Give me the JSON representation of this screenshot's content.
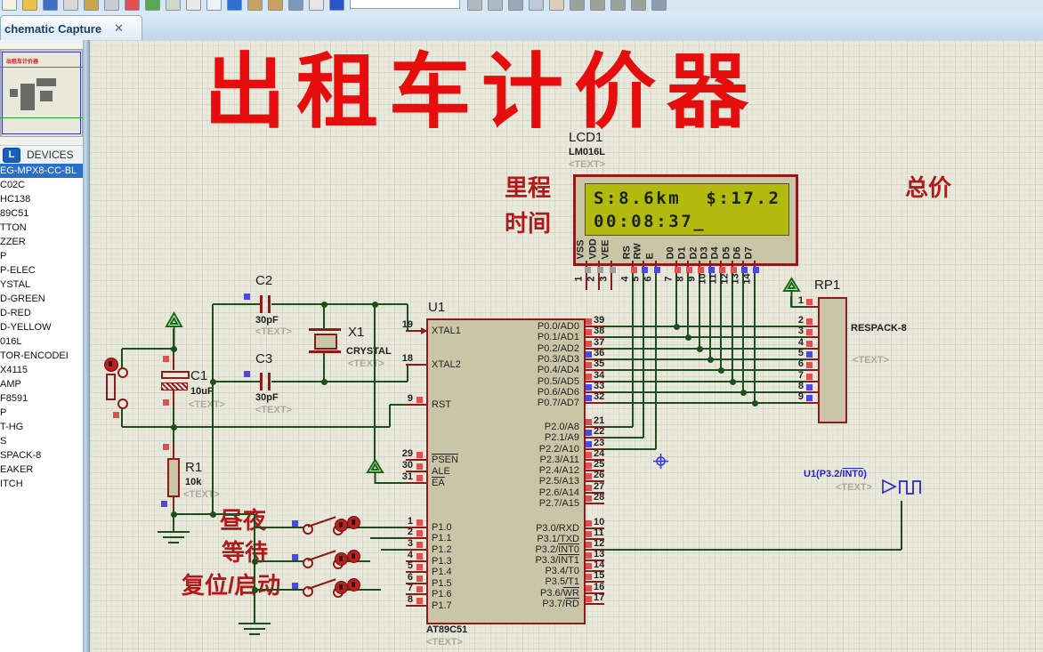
{
  "colors": {
    "wire": "#1c4f1c",
    "component": "#8f1a1a",
    "pin_high": "#e05050",
    "pin_low": "#4a4ae0",
    "pin_float": "#9e9e9e",
    "title_red": "#e60d0d",
    "label_red": "#b21a1a",
    "lcd_screen": "#b2ba10",
    "placeholder": "#aaaa9c",
    "blue_label": "#2626cc",
    "select_bg": "#2a6fc9"
  },
  "toolbar": {
    "input_value": "",
    "icons_pre": [
      {
        "name": "new-file-icon",
        "c": "#f5f1e0"
      },
      {
        "name": "open-file-icon",
        "c": "#e8c24a"
      },
      {
        "name": "save-file-icon",
        "c": "#3a6fc4"
      },
      {
        "name": "import-icon",
        "c": "#d8d8d8"
      },
      {
        "name": "export-icon",
        "c": "#c9a64b"
      },
      {
        "name": "print-icon",
        "c": "#c8cdd4"
      },
      {
        "name": "mark-output-icon",
        "c": "#e05050"
      },
      {
        "name": "refresh-icon",
        "c": "#58a858"
      },
      {
        "name": "grid-icon",
        "c": "#d0d8c8"
      },
      {
        "name": "origin-icon",
        "c": "#e8e8e8"
      },
      {
        "name": "cursor-icon",
        "c": "#eef2f5"
      },
      {
        "name": "pan-icon",
        "c": "#2f6fd0"
      },
      {
        "name": "zoom-in-icon",
        "c": "#c8a060"
      },
      {
        "name": "zoom-out-icon",
        "c": "#c8a060"
      },
      {
        "name": "zoom-all-icon",
        "c": "#8098b8"
      },
      {
        "name": "zoom-area-icon",
        "c": "#e6e6e6"
      },
      {
        "name": "help-icon",
        "c": "#2a55c8"
      }
    ],
    "icons_post": [
      {
        "name": "undo-icon",
        "c": "#b0b8c0"
      },
      {
        "name": "redo-icon",
        "c": "#b0b8c0"
      },
      {
        "name": "cut-icon",
        "c": "#98a8b8"
      },
      {
        "name": "copy-icon",
        "c": "#c0c8d8"
      },
      {
        "name": "paste-icon",
        "c": "#d8d0b8"
      },
      {
        "name": "block-copy-icon",
        "c": "#9aa29a"
      },
      {
        "name": "block-move-icon",
        "c": "#9aa29a"
      },
      {
        "name": "block-rotate-icon",
        "c": "#9aa29a"
      },
      {
        "name": "block-delete-icon",
        "c": "#9aa29a"
      },
      {
        "name": "pick-parts-icon",
        "c": "#8f9ba8"
      }
    ]
  },
  "tab": {
    "label": "chematic Capture",
    "close": "✕"
  },
  "overview": {
    "mini_title": "出租车计价器"
  },
  "devices_panel": {
    "l_button": "L",
    "header": "DEVICES",
    "items": [
      {
        "label": "EG-MPX8-CC-BL",
        "selected": true
      },
      {
        "label": "C02C"
      },
      {
        "label": "HC138"
      },
      {
        "label": "89C51"
      },
      {
        "label": "TTON"
      },
      {
        "label": "ZZER"
      },
      {
        "label": "P"
      },
      {
        "label": "P-ELEC"
      },
      {
        "label": "YSTAL"
      },
      {
        "label": "D-GREEN"
      },
      {
        "label": "D-RED"
      },
      {
        "label": "D-YELLOW"
      },
      {
        "label": "016L"
      },
      {
        "label": "TOR-ENCODEI"
      },
      {
        "label": "X4115"
      },
      {
        "label": "AMP"
      },
      {
        "label": "F8591"
      },
      {
        "label": "P"
      },
      {
        "label": "T-HG"
      },
      {
        "label": "S"
      },
      {
        "label": "SPACK-8"
      },
      {
        "label": "EAKER"
      },
      {
        "label": "ITCH"
      }
    ]
  },
  "schematic": {
    "title": "出租车计价器",
    "annotations": {
      "mileage": "里程",
      "time": "时间",
      "total": "总价",
      "daynight": "昼夜",
      "wait": "等待",
      "reset": "复位/启动"
    },
    "placeholder": "<TEXT>",
    "lcd": {
      "ref": "LCD1",
      "value": "LM016L",
      "screen_line1": "S:8.6km  $:17.2",
      "screen_line2": "00:08:37_",
      "pins": [
        {
          "num": 1,
          "label": "VSS",
          "state": "float"
        },
        {
          "num": 2,
          "label": "VDD",
          "state": "float"
        },
        {
          "num": 3,
          "label": "VEE",
          "state": "float"
        },
        {
          "num": 4,
          "label": "RS",
          "state": "high"
        },
        {
          "num": 5,
          "label": "RW",
          "state": "low"
        },
        {
          "num": 6,
          "label": "E",
          "state": "low"
        },
        {
          "num": 7,
          "label": "D0",
          "state": "high"
        },
        {
          "num": 8,
          "label": "D1",
          "state": "high"
        },
        {
          "num": 9,
          "label": "D2",
          "state": "high"
        },
        {
          "num": 10,
          "label": "D3",
          "state": "low"
        },
        {
          "num": 11,
          "label": "D4",
          "state": "high"
        },
        {
          "num": 12,
          "label": "D5",
          "state": "high"
        },
        {
          "num": 13,
          "label": "D6",
          "state": "low"
        },
        {
          "num": 14,
          "label": "D7",
          "state": "low"
        }
      ]
    },
    "mcu": {
      "ref": "U1",
      "value": "AT89C51",
      "left_pins": [
        {
          "num": 19,
          "label": "XTAL1"
        },
        {
          "num": 18,
          "label": "XTAL2"
        },
        {
          "num": 9,
          "label": "RST",
          "state": "high"
        },
        {
          "num": 29,
          "label": "",
          "over": "PSEN",
          "state": "high"
        },
        {
          "num": 30,
          "label": "ALE",
          "state": "high"
        },
        {
          "num": 31,
          "label": "",
          "over": "EA",
          "state": "high"
        },
        {
          "num": 1,
          "label": "P1.0",
          "state": "high"
        },
        {
          "num": 2,
          "label": "P1.1",
          "state": "high"
        },
        {
          "num": 3,
          "label": "P1.2",
          "state": "high"
        },
        {
          "num": 4,
          "label": "P1.3",
          "state": "high"
        },
        {
          "num": 5,
          "label": "P1.4",
          "state": "high"
        },
        {
          "num": 6,
          "label": "P1.5",
          "state": "high"
        },
        {
          "num": 7,
          "label": "P1.6",
          "state": "high"
        },
        {
          "num": 8,
          "label": "P1.7",
          "state": "high"
        }
      ],
      "right_pins": [
        {
          "num": 39,
          "label": "P0.0/AD0",
          "state": "high"
        },
        {
          "num": 38,
          "label": "P0.1/AD1",
          "state": "high"
        },
        {
          "num": 37,
          "label": "P0.2/AD2",
          "state": "high"
        },
        {
          "num": 36,
          "label": "P0.3/AD3",
          "state": "low"
        },
        {
          "num": 35,
          "label": "P0.4/AD4",
          "state": "high"
        },
        {
          "num": 34,
          "label": "P0.5/AD5",
          "state": "high"
        },
        {
          "num": 33,
          "label": "P0.6/AD6",
          "state": "low"
        },
        {
          "num": 32,
          "label": "P0.7/AD7",
          "state": "low"
        },
        {
          "num": 21,
          "label": "P2.0/A8",
          "state": "high"
        },
        {
          "num": 22,
          "label": "P2.1/A9",
          "state": "low"
        },
        {
          "num": 23,
          "label": "P2.2/A10",
          "state": "low"
        },
        {
          "num": 24,
          "label": "P2.3/A11",
          "state": "high"
        },
        {
          "num": 25,
          "label": "P2.4/A12",
          "state": "high"
        },
        {
          "num": 26,
          "label": "P2.5/A13",
          "state": "high"
        },
        {
          "num": 27,
          "label": "P2.6/A14",
          "state": "high"
        },
        {
          "num": 28,
          "label": "P2.7/A15",
          "state": "high"
        },
        {
          "num": 10,
          "label": "P3.0/RXD",
          "state": "high"
        },
        {
          "num": 11,
          "label": "P3.1/TXD",
          "state": "high"
        },
        {
          "num": 12,
          "label": "P3.2/",
          "over": "INT0",
          "state": "high"
        },
        {
          "num": 13,
          "label": "P3.3/",
          "over": "INT1",
          "state": "high"
        },
        {
          "num": 14,
          "label": "P3.4/T0",
          "state": "high"
        },
        {
          "num": 15,
          "label": "P3.5/T1",
          "state": "high"
        },
        {
          "num": 16,
          "label": "P3.6/",
          "over": "WR",
          "state": "high"
        },
        {
          "num": 17,
          "label": "P3.7/",
          "over": "RD",
          "state": "high"
        }
      ]
    },
    "rp1": {
      "ref": "RP1",
      "value": "RESPACK-8",
      "pins": [
        {
          "num": 1,
          "state": "high"
        },
        {
          "num": 2,
          "state": "high"
        },
        {
          "num": 3,
          "state": "high"
        },
        {
          "num": 4,
          "state": "high"
        },
        {
          "num": 5,
          "state": "low"
        },
        {
          "num": 6,
          "state": "high"
        },
        {
          "num": 7,
          "state": "high"
        },
        {
          "num": 8,
          "state": "low"
        },
        {
          "num": 9,
          "state": "low"
        }
      ]
    },
    "crystal": {
      "ref": "X1",
      "value": "CRYSTAL"
    },
    "c1": {
      "ref": "C1",
      "value": "10uF"
    },
    "c2": {
      "ref": "C2",
      "value": "30pF"
    },
    "c3": {
      "ref": "C3",
      "value": "30pF"
    },
    "r1": {
      "ref": "R1",
      "value": "10k"
    },
    "pulse": {
      "prefix": "U1(P3.2/",
      "over": "INT0",
      "suffix": ")"
    }
  }
}
